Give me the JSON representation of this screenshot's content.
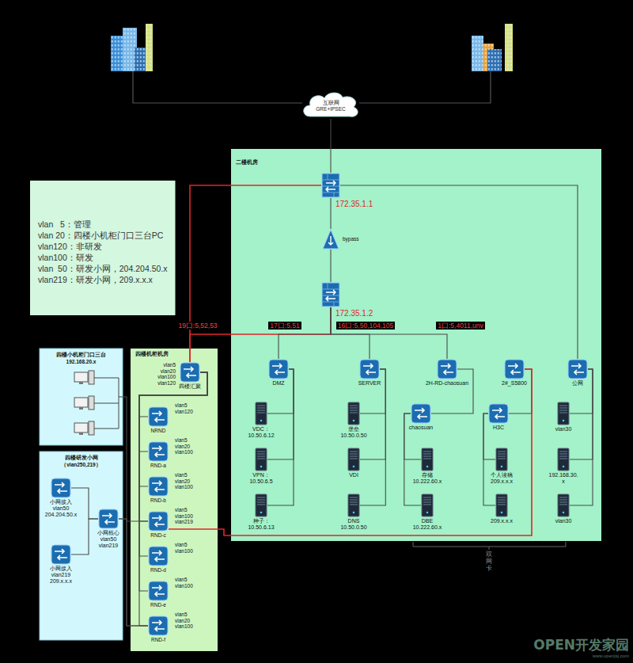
{
  "diagram": {
    "nodes": [
      {
        "text": [
          "互联网",
          "GRE+IPSEC"
        ]
      },
      {
        "text": [
          "vlan   5：管理",
          "vlan 20：四楼小机柜门口三台PC",
          "vlan120：非研发",
          "vlan100：研发",
          "vlan  50：研发小网，204.204.50.x",
          "vlan219：研发小网，209.x.x.x"
        ]
      },
      {
        "text": [
          "二楼机房"
        ]
      },
      {
        "text": [
          "172.35.1.1"
        ],
        "in": 2
      },
      {
        "text": [
          "bypass"
        ],
        "in": 2
      },
      {
        "text": [
          "172.35.1.2"
        ],
        "in": 2
      },
      {
        "text": [
          "DMZ"
        ],
        "in": 2
      },
      {
        "text": [
          "SERVER"
        ],
        "in": 2
      },
      {
        "text": [
          "2H-RD-chaosuan"
        ],
        "in": 2
      },
      {
        "text": [
          "2#_S5800"
        ],
        "in": 2
      },
      {
        "text": [
          "公网"
        ],
        "in": 2
      },
      {
        "text": [
          "VDC： 10.50.6.12"
        ],
        "in": 2
      },
      {
        "text": [
          "VPN： 10.50.6.5"
        ],
        "in": 2
      },
      {
        "text": [
          "种子： 10.50.6.13"
        ],
        "in": 2
      },
      {
        "text": [
          "堡垒 10.50.0.50"
        ],
        "in": 2
      },
      {
        "text": [
          "VDI"
        ],
        "in": 2
      },
      {
        "text": [
          "DNS 10.50.0.50"
        ],
        "in": 2
      },
      {
        "text": [
          "chaosuan"
        ],
        "in": 2
      },
      {
        "text": [
          "存储 10.222.60.x"
        ],
        "in": 2
      },
      {
        "text": [
          "DBE 10.222.60.x"
        ],
        "in": 2
      },
      {
        "text": [
          "H3C"
        ],
        "in": 2
      },
      {
        "text": [
          "个人读稿 209.x.x.x"
        ],
        "in": 2
      },
      {
        "text": [
          "209.x.x.x"
        ],
        "in": 2
      },
      {
        "text": [
          "vlan30"
        ],
        "in": 2
      },
      {
        "text": [
          "192.168.30. x"
        ],
        "in": 2
      },
      {
        "text": [
          "vlan30"
        ],
        "in": 2
      },
      {
        "text": [
          "四楼小机柜门口三台",
          "192.168.20.x"
        ]
      },
      {
        "text": [
          "四楼研发小网",
          "（vlan250,219）"
        ]
      },
      {
        "text": [
          "小网接入 vlan50 204.204.50.x"
        ],
        "in": 27
      },
      {
        "text": [
          "小网接入 vlan219 209.x.x.x"
        ],
        "in": 27
      },
      {
        "text": [
          "小网核心 vlan50 vlan219"
        ],
        "in": 27
      },
      {
        "text": [
          "四楼机柜机房"
        ]
      },
      {
        "text": [
          "四楼汇聚",
          "vlan5 vlan20 vlan100 vlan120"
        ],
        "in": 31
      },
      {
        "text": [
          "NRND",
          "vlan5 vlan120"
        ],
        "in": 31
      },
      {
        "text": [
          "RND-a",
          "vlan5 vlan20 vlan100"
        ],
        "in": 31
      },
      {
        "text": [
          "RND-b",
          "vlan5 vlan20 vlan100"
        ],
        "in": 31
      },
      {
        "text": [
          "RND-c",
          "vlan5 vlan100 vlan219"
        ],
        "in": 31
      },
      {
        "text": [
          "RND-d",
          "vlan5 vlan100"
        ],
        "in": 31
      },
      {
        "text": [
          "RND-e",
          "vlan5 vlan100"
        ],
        "in": 31
      },
      {
        "text": [
          "RND-f",
          "vlan5 vlan20 vlan100"
        ],
        "in": 31
      }
    ],
    "edges": [
      {
        "from": 0,
        "to": 3,
        "arrow": "none"
      },
      {
        "from": 3,
        "to": 4,
        "arrow": "none"
      },
      {
        "from": 4,
        "to": 5,
        "arrow": "none"
      },
      {
        "from": 3,
        "to": 10,
        "arrow": "none"
      },
      {
        "from": 3,
        "to": 32,
        "arrow": "none"
      },
      {
        "from": 5,
        "to": 32,
        "label": "19口:5,52,53",
        "arrow": "none"
      },
      {
        "from": 5,
        "to": 6,
        "label": "17口:5,51",
        "arrow": "none"
      },
      {
        "from": 5,
        "to": 7,
        "label": "16口:5,50,104,105",
        "arrow": "none"
      },
      {
        "from": 5,
        "to": 8,
        "label": "1口:5,4011,unv",
        "arrow": "none"
      },
      {
        "from": 6,
        "to": 11,
        "arrow": "none"
      },
      {
        "from": 6,
        "to": 12,
        "arrow": "none"
      },
      {
        "from": 6,
        "to": 13,
        "arrow": "none"
      },
      {
        "from": 7,
        "to": 14,
        "arrow": "none"
      },
      {
        "from": 7,
        "to": 15,
        "arrow": "none"
      },
      {
        "from": 7,
        "to": 16,
        "arrow": "none"
      },
      {
        "from": 8,
        "to": 17,
        "arrow": "none"
      },
      {
        "from": 17,
        "to": 18,
        "arrow": "none"
      },
      {
        "from": 17,
        "to": 19,
        "arrow": "none"
      },
      {
        "from": 9,
        "to": 20,
        "arrow": "none"
      },
      {
        "from": 20,
        "to": 21,
        "arrow": "none"
      },
      {
        "from": 20,
        "to": 22,
        "arrow": "none"
      },
      {
        "from": 10,
        "to": 23,
        "arrow": "none"
      },
      {
        "from": 10,
        "to": 24,
        "arrow": "none"
      },
      {
        "from": 10,
        "to": 25,
        "arrow": "none"
      },
      {
        "from": 9,
        "to": 36,
        "arrow": "none"
      },
      {
        "from": 32,
        "to": 33,
        "arrow": "none"
      },
      {
        "from": 32,
        "to": 34,
        "arrow": "none"
      },
      {
        "from": 32,
        "to": 35,
        "arrow": "none"
      },
      {
        "from": 32,
        "to": 36,
        "arrow": "none"
      },
      {
        "from": 32,
        "to": 37,
        "arrow": "none"
      },
      {
        "from": 32,
        "to": 38,
        "arrow": "none"
      },
      {
        "from": 32,
        "to": 39,
        "arrow": "none"
      },
      {
        "from": 36,
        "to": 30,
        "arrow": "none"
      },
      {
        "from": 39,
        "to": 30,
        "arrow": "none"
      },
      {
        "from": 28,
        "to": 30,
        "arrow": "none"
      },
      {
        "from": 29,
        "to": 30,
        "arrow": "none"
      },
      {
        "from": 26,
        "to": 39,
        "arrow": "none"
      }
    ],
    "labels": [
      "双网卡",
      "OPEN开发家园",
      "www.openjsj.com"
    ]
  }
}
